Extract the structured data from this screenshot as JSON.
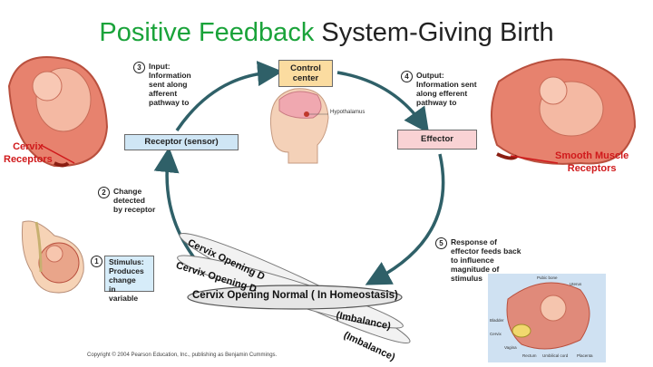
{
  "title": {
    "green": "Positive Feedback",
    "rest": " System-Giving Birth"
  },
  "boxes": {
    "control": "Control\ncenter",
    "receptor": "Receptor (sensor)",
    "effector": "Effector"
  },
  "steps": {
    "s1": {
      "num": "1",
      "text": "Stimulus:\nProduces\nchange\nin variable"
    },
    "s2": {
      "num": "2",
      "text": "Change\ndetected\nby receptor"
    },
    "s3": {
      "num": "3",
      "text": "Input:\nInformation\nsent along\nafferent\npathway to"
    },
    "s4": {
      "num": "4",
      "text": "Output:\nInformation sent\nalong efferent\npathway to"
    },
    "s5": {
      "num": "5",
      "text": "Response of\neffector feeds back\nto influence\nmagnitude of\nstimulus"
    }
  },
  "hypothalamus": "Hypothalamus",
  "labels": {
    "cervix": "Cervix\nReceptors",
    "smooth": "Smooth Muscle\nReceptors"
  },
  "ellipses": {
    "normal": "Cervix Opening Normal ( In Homeostasis)",
    "e2": "Cervix Opening D",
    "e3": "Cervix Opening D",
    "imb1": "(Imbalance)",
    "imb2": "(Imbalance)"
  },
  "anatomy": [
    "Pubic bone",
    "Uterus",
    "Bladder",
    "Cervix",
    "Vagina",
    "Rectum",
    "Umbilical cord",
    "Placenta"
  ],
  "copyright": "Copyright © 2004 Pearson Education, Inc., publishing as Benjamin Cummings.",
  "colors": {
    "title_green": "#1aa33a",
    "control_fill": "#fbdca0",
    "receptor_fill": "#cfe6f5",
    "effector_fill": "#f9d2d4",
    "stimulus_fill": "#d6ecf9",
    "arrow": "#2f6068",
    "label_red": "#d0191b"
  },
  "icons": [
    "uterus-image",
    "head-brain-image",
    "pregnant-section-image",
    "birth-anatomy-image"
  ]
}
